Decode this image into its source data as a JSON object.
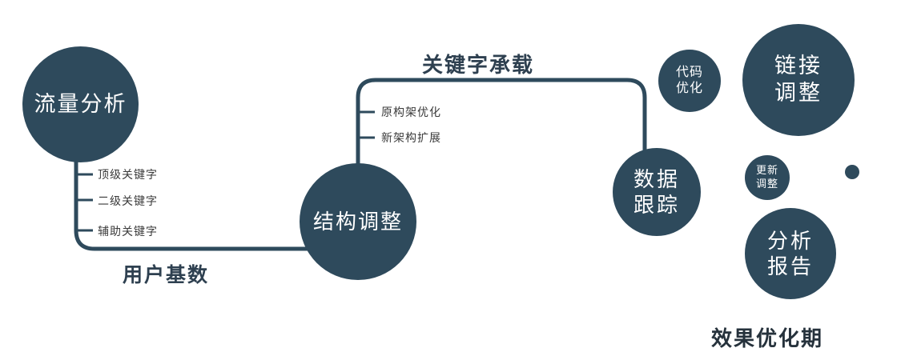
{
  "colors": {
    "circle": "#2e4a5c",
    "line": "#2e4a5c",
    "label_dark": "#2e4050",
    "background": "#ffffff"
  },
  "nodes": {
    "traffic": {
      "label": "流量分析"
    },
    "structure": {
      "label": "结构调整"
    },
    "data_tracking": {
      "line1": "数据",
      "line2": "跟踪"
    },
    "code_opt": {
      "line1": "代码",
      "line2": "优化"
    },
    "link_adjust": {
      "line1": "链接",
      "line2": "调整"
    },
    "update_adjust": {
      "line1": "更新",
      "line2": "调整"
    },
    "analysis_report": {
      "line1": "分析",
      "line2": "报告"
    }
  },
  "edge_labels": {
    "user_base": "用户基数",
    "keyword_bearing": "关键字承载",
    "effect_period": "效果优化期"
  },
  "ticks": {
    "traffic_branch": [
      "顶级关键字",
      "二级关键字",
      "辅助关键字"
    ],
    "structure_branch": [
      "原构架优化",
      "新架构扩展"
    ]
  }
}
